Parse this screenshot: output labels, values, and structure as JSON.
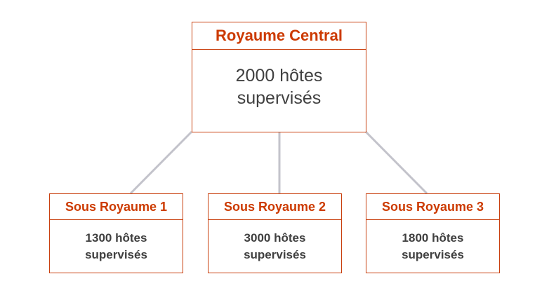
{
  "colors": {
    "accent": "#cc3a00",
    "border": "#c9400f",
    "connector": "#c3c3cb",
    "text": "#404040"
  },
  "root": {
    "title": "Royaume Central",
    "line1": "2000 hôtes",
    "line2": "supervisés"
  },
  "children": [
    {
      "title": "Sous Royaume 1",
      "line1": "1300 hôtes",
      "line2": "supervisés"
    },
    {
      "title": "Sous Royaume 2",
      "line1": "3000 hôtes",
      "line2": "supervisés"
    },
    {
      "title": "Sous Royaume 3",
      "line1": "1800 hôtes",
      "line2": "supervisés"
    }
  ]
}
